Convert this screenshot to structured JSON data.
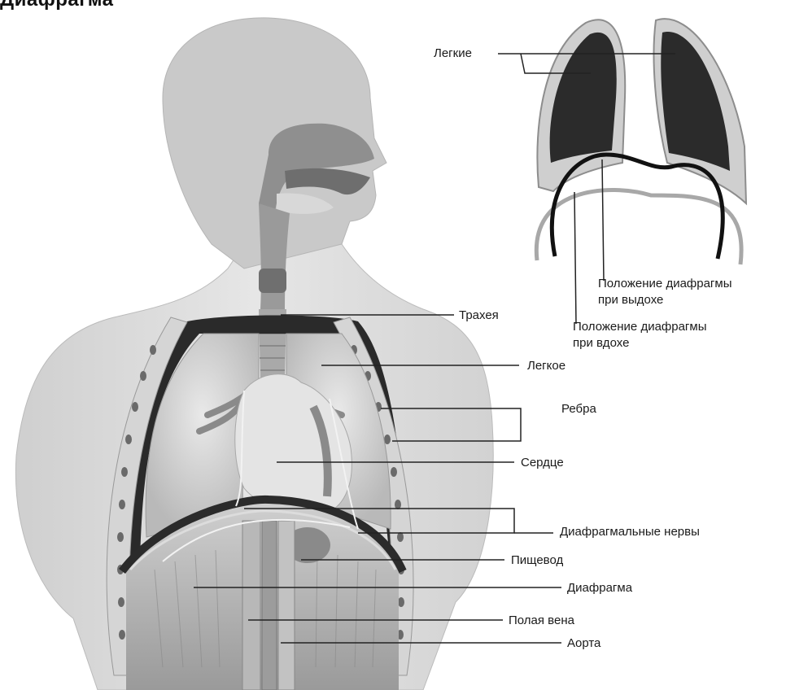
{
  "title": "Диафрагма",
  "inset": {
    "lungs_label": "Легкие",
    "exhale_label_line1": "Положение диафрагмы",
    "exhale_label_line2": "при выдохе",
    "inhale_label_line1": "Положение диафрагмы",
    "inhale_label_line2": "при вдохе"
  },
  "labels": {
    "trachea": "Трахея",
    "lung": "Легкое",
    "ribs": "Ребра",
    "heart": "Сердце",
    "phrenic_nerves": "Диафрагмальные нервы",
    "esophagus": "Пищевод",
    "diaphragm": "Диафрагма",
    "vena_cava": "Полая вена",
    "aorta": "Аорта"
  }
}
